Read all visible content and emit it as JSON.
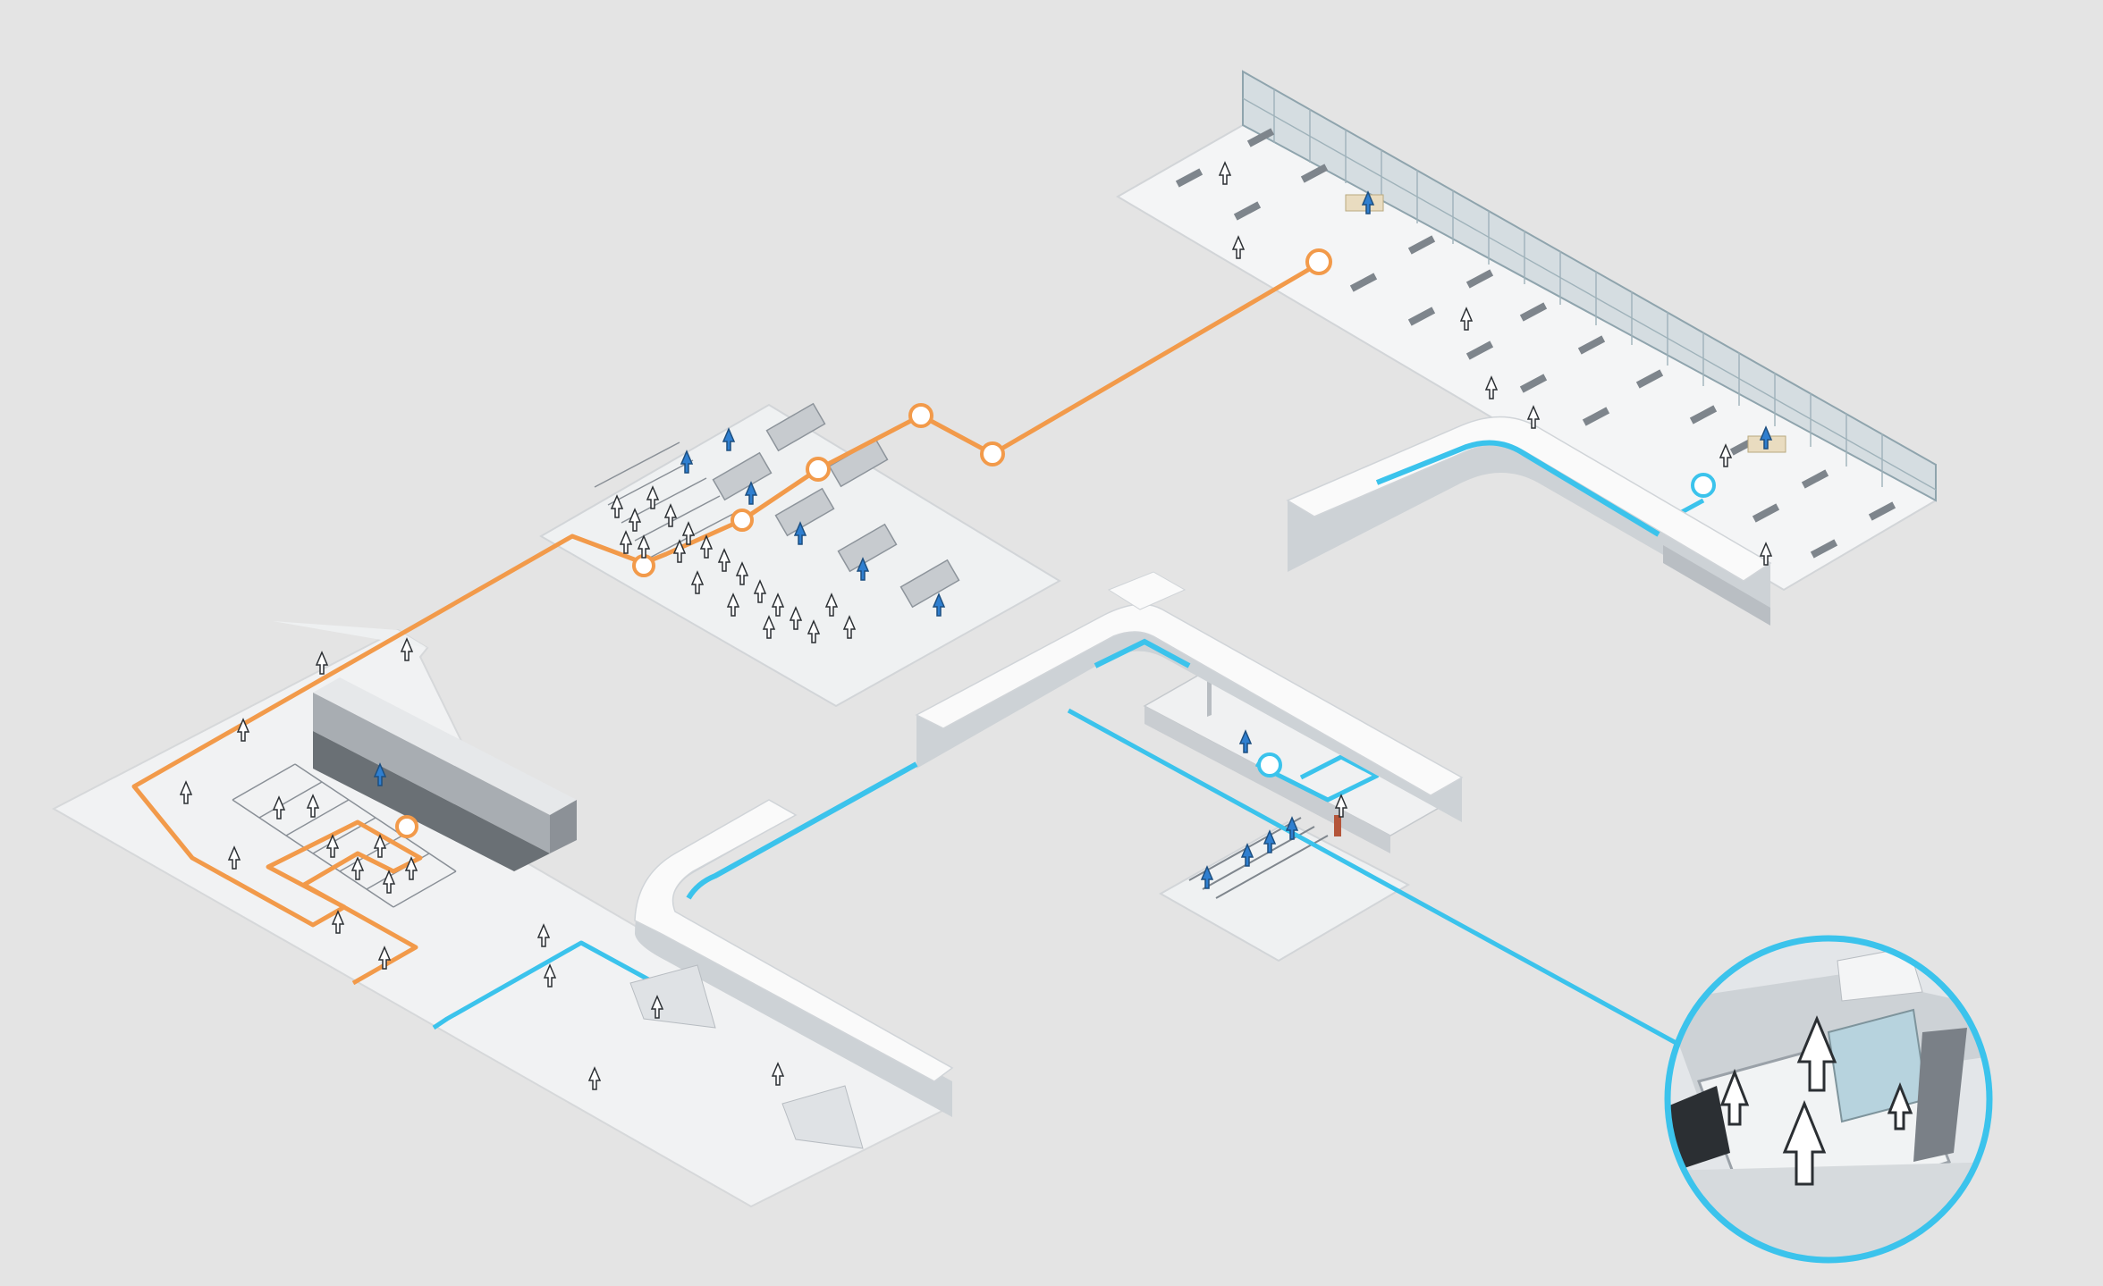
{
  "diagram": {
    "title": "",
    "colors": {
      "background": "#e4e4e4",
      "floor": "#f3f4f5",
      "floor_edge": "#d2d5d8",
      "wall": "#c9ccd0",
      "wall_dark": "#9aa0a6",
      "bridge_top": "#f7f7f7",
      "bridge_side": "#cfd3d7",
      "landside_route": "#f29a4a",
      "airside_route": "#3bc3ec",
      "passenger": "#ffffff",
      "passenger_outline": "#2b2f33",
      "staff": "#2f7fd0",
      "glass": "#b7d3de"
    },
    "zones": [
      {
        "id": "arrivals-curb",
        "icon": "floor-plate-icon"
      },
      {
        "id": "check-in-hall",
        "icon": "check-in-counter-icon"
      },
      {
        "id": "security-checkpoint",
        "icon": "security-lane-icon"
      },
      {
        "id": "departure-lounge",
        "icon": "seating-icon"
      },
      {
        "id": "boarding-bridges",
        "icon": "jet-bridge-icon"
      },
      {
        "id": "gate-hold-room",
        "icon": "gate-desk-icon"
      }
    ],
    "routes": [
      {
        "id": "landside",
        "color_key": "landside_route",
        "icon": "orange-route-icon"
      },
      {
        "id": "airside",
        "color_key": "airside_route",
        "icon": "blue-route-icon"
      }
    ],
    "callout": {
      "icon": "magnifier-callout-icon",
      "subject": "bridge-door-detail"
    },
    "glyphs": {
      "passenger": "passenger-arrow-icon",
      "staff": "staff-arrow-icon",
      "waypoint": "waypoint-ring-icon"
    }
  }
}
